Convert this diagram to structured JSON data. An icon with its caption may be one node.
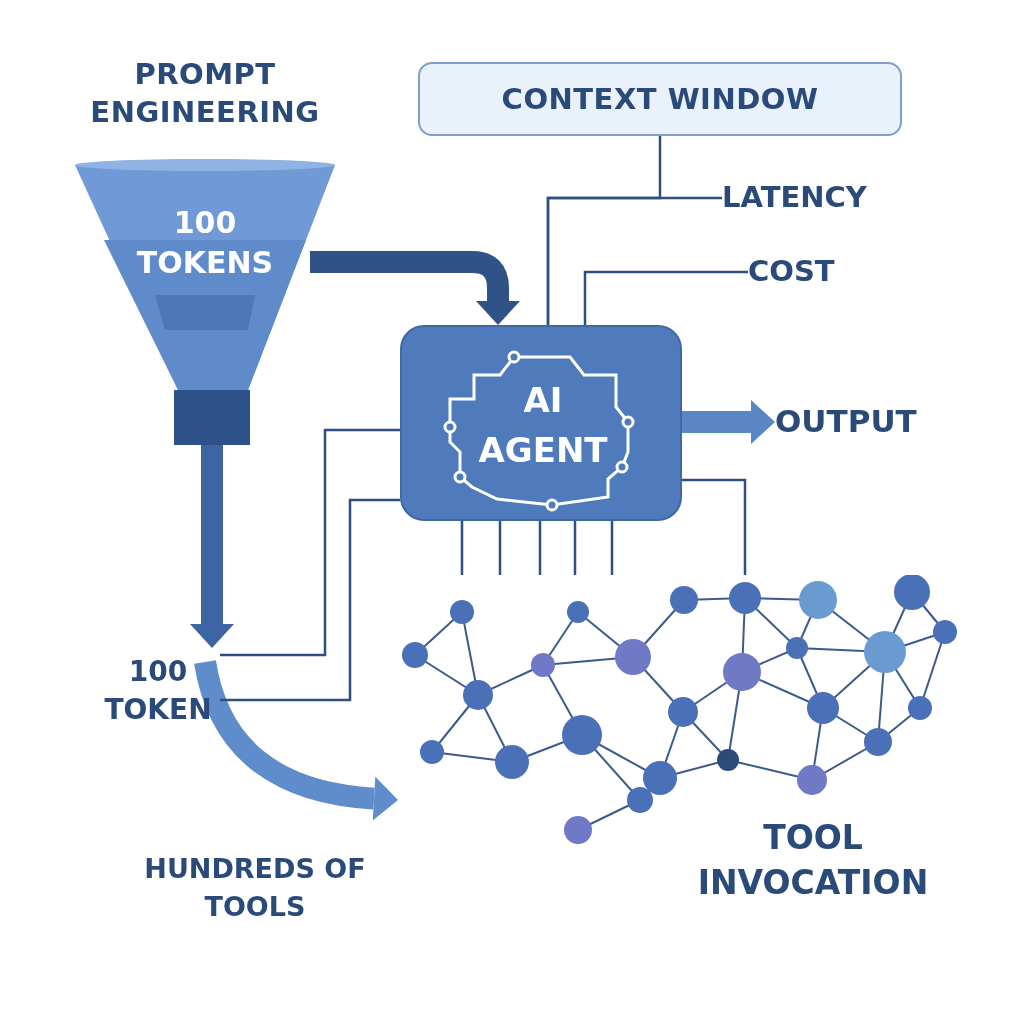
{
  "diagram": {
    "nodes": [
      {
        "text": [
          "PROMPT ENGINEERING",
          "100 TOKENS"
        ]
      },
      {
        "text": [
          "CONTEXT WINDOW"
        ]
      },
      {
        "text": [
          "AI AGENT"
        ]
      },
      {
        "text": [
          "LATENCY"
        ]
      },
      {
        "text": [
          "COST"
        ]
      },
      {
        "text": [
          "OUTPUT"
        ]
      },
      {
        "text": [
          "100 TOKEN"
        ]
      },
      {
        "text": [
          "TOOL INVOCATION"
        ]
      }
    ],
    "edges": [
      {
        "from": 0,
        "to": 2,
        "arrow": "to",
        "style": "thick",
        "color": "#2f5287"
      },
      {
        "from": 0,
        "to": 6,
        "arrow": "to",
        "style": "thick",
        "color": "#3d64a3"
      },
      {
        "from": 6,
        "to": 7,
        "arrow": "to",
        "style": "thick",
        "color": "#5f8ccb"
      },
      {
        "from": 2,
        "to": 5,
        "arrow": "to",
        "style": "thick",
        "color": "#5a86c6"
      },
      {
        "from": 1,
        "to": 2,
        "arrow": "none"
      },
      {
        "from": 3,
        "to": 2,
        "arrow": "none"
      },
      {
        "from": 4,
        "to": 2,
        "arrow": "none"
      },
      {
        "from": 2,
        "to": 6,
        "arrow": "none"
      },
      {
        "from": 2,
        "to": 6,
        "arrow": "none"
      },
      {
        "from": 2,
        "to": 7,
        "arrow": "none"
      },
      {
        "from": 2,
        "to": 7,
        "arrow": "none"
      },
      {
        "from": 2,
        "to": 7,
        "arrow": "none"
      },
      {
        "from": 2,
        "to": 7,
        "arrow": "none"
      },
      {
        "from": 2,
        "to": 7,
        "arrow": "none"
      },
      {
        "from": 2,
        "to": 7,
        "arrow": "none"
      }
    ],
    "labels": [
      "HUNDREDS OF TOOLS"
    ]
  }
}
